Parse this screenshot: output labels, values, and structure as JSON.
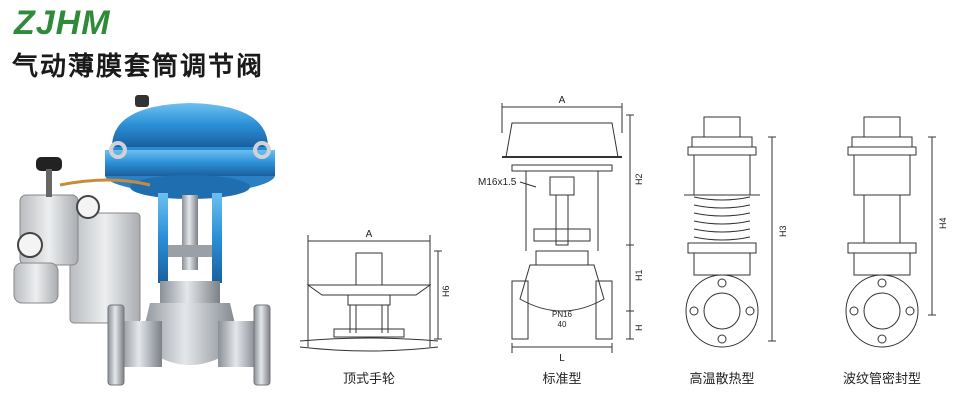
{
  "header": {
    "brand": "ZJHM",
    "product_name": "气动薄膜套筒调节阀"
  },
  "colors": {
    "brand_green": "#2f8a3a",
    "actuator_blue": "#2b8fd6",
    "line": "#333333"
  },
  "drawings": {
    "top_handwheel": {
      "caption": "顶式手轮",
      "dim_a": "A",
      "dim_h6": "H6"
    },
    "standard": {
      "caption": "标准型",
      "dim_a": "A",
      "dim_h": "H",
      "dim_h1": "H1",
      "dim_h2": "H2",
      "dim_l": "L",
      "thread": "M16x1.5",
      "pn": "PN16",
      "dn": "40"
    },
    "high_temp": {
      "caption": "高温散热型",
      "dim_h3": "H3"
    },
    "bellows": {
      "caption": "波纹管密封型",
      "dim_h4": "H4"
    }
  }
}
